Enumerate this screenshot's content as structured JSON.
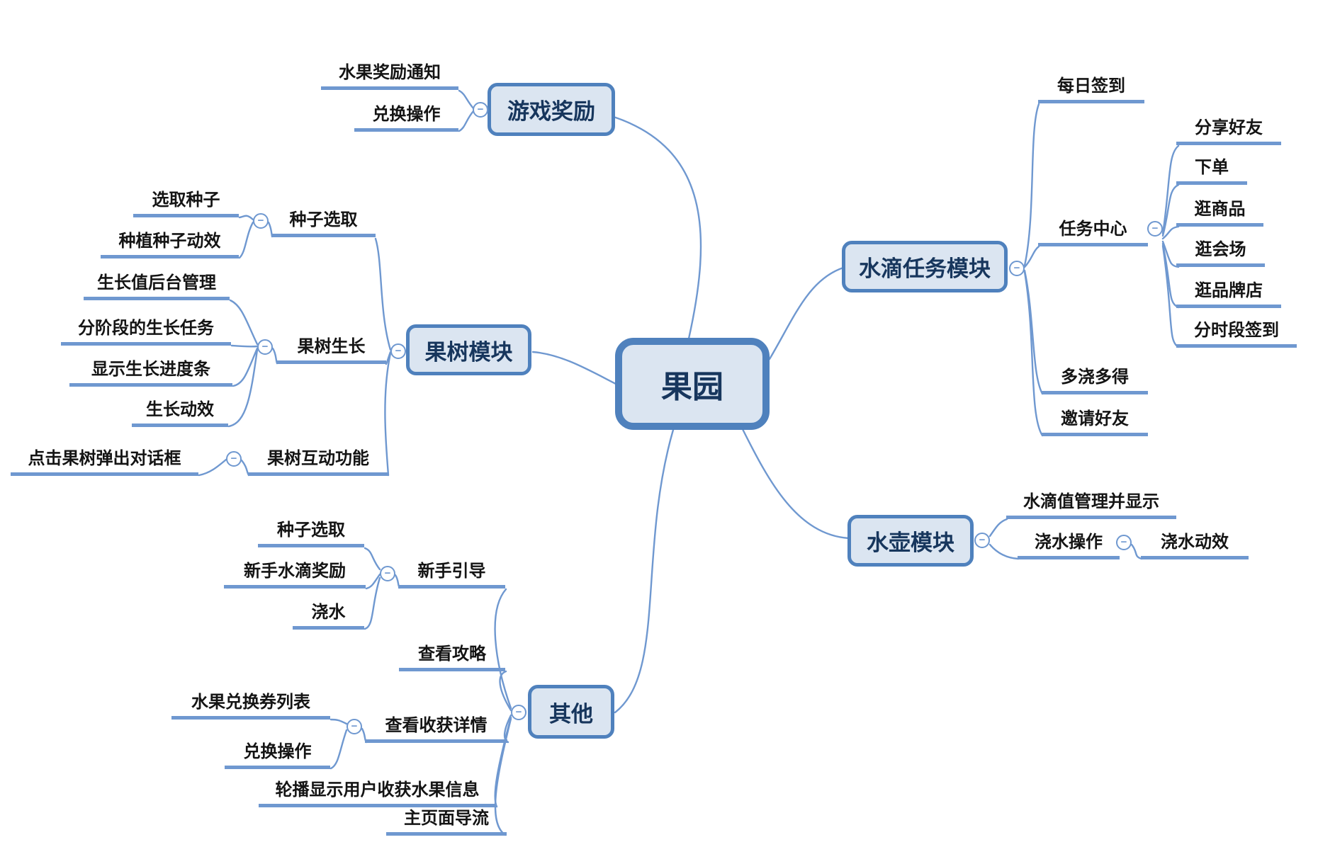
{
  "diagram": {
    "root": {
      "label": "果园"
    },
    "icons": {
      "collapse_glyph": "−"
    },
    "colors": {
      "box_fill": "#dbe5f1",
      "box_border": "#4f81bd",
      "box_text": "#17365d",
      "line": "#6f98d0",
      "leaf_text": "#141414",
      "background": "#ffffff"
    },
    "topics": [
      {
        "label": "游戏奖励",
        "children": [
          {
            "label": "水果奖励通知"
          },
          {
            "label": "兑换操作"
          }
        ]
      },
      {
        "label": "水滴任务模块",
        "children": [
          {
            "label": "每日签到"
          },
          {
            "label": "任务中心",
            "children": [
              {
                "label": "分享好友"
              },
              {
                "label": "下单"
              },
              {
                "label": "逛商品"
              },
              {
                "label": "逛会场"
              },
              {
                "label": "逛品牌店"
              },
              {
                "label": "分时段签到"
              }
            ]
          },
          {
            "label": "多浇多得"
          },
          {
            "label": "邀请好友"
          }
        ]
      },
      {
        "label": "水壶模块",
        "children": [
          {
            "label": "水滴值管理并显示"
          },
          {
            "label": "浇水操作",
            "children": [
              {
                "label": "浇水动效"
              }
            ]
          }
        ]
      },
      {
        "label": "果树模块",
        "children": [
          {
            "label": "种子选取",
            "children": [
              {
                "label": "选取种子"
              },
              {
                "label": "种植种子动效"
              }
            ]
          },
          {
            "label": "果树生长",
            "children": [
              {
                "label": "生长值后台管理"
              },
              {
                "label": "分阶段的生长任务"
              },
              {
                "label": "显示生长进度条"
              },
              {
                "label": "生长动效"
              }
            ]
          },
          {
            "label": "果树互动功能",
            "children": [
              {
                "label": "点击果树弹出对话框"
              }
            ]
          }
        ]
      },
      {
        "label": "其他",
        "children": [
          {
            "label": "新手引导",
            "children": [
              {
                "label": "种子选取"
              },
              {
                "label": "新手水滴奖励"
              },
              {
                "label": "浇水"
              }
            ]
          },
          {
            "label": "查看攻略"
          },
          {
            "label": "查看收获详情",
            "children": [
              {
                "label": "水果兑换券列表"
              },
              {
                "label": "兑换操作"
              }
            ]
          },
          {
            "label": "轮播显示用户收获水果信息"
          },
          {
            "label": "主页面导流"
          }
        ]
      }
    ]
  }
}
